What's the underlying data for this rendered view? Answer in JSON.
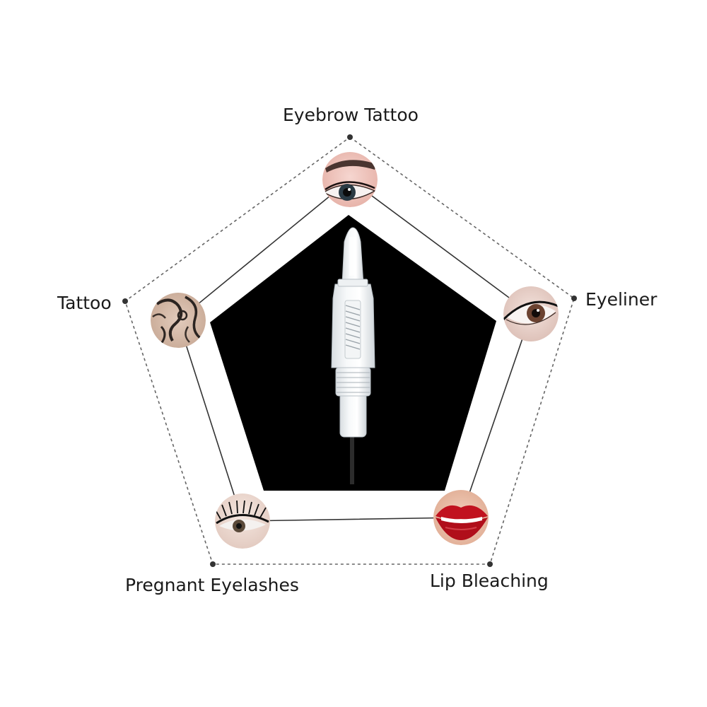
{
  "labels": {
    "eyebrow_tattoo": "Eyebrow Tattoo",
    "tattoo": "Tattoo",
    "eyeliner": "Eyeliner",
    "pregnant_eyelashes": "Pregnant Eyelashes",
    "lip_bleaching": "Lip Bleaching"
  },
  "colors": {
    "pentagon_fill": "#000000",
    "outline": "#333333",
    "dashed": "#666666",
    "needle_body": "#e8ecef"
  },
  "icons": {
    "center": "tattoo-needle-cartridge-icon",
    "eyebrow_tattoo": "eyebrow-photo",
    "tattoo": "tattoo-skin-photo",
    "eyeliner": "eyeliner-eye-photo",
    "pregnant_eyelashes": "eyelash-extension-photo",
    "lip_bleaching": "red-lips-photo"
  }
}
